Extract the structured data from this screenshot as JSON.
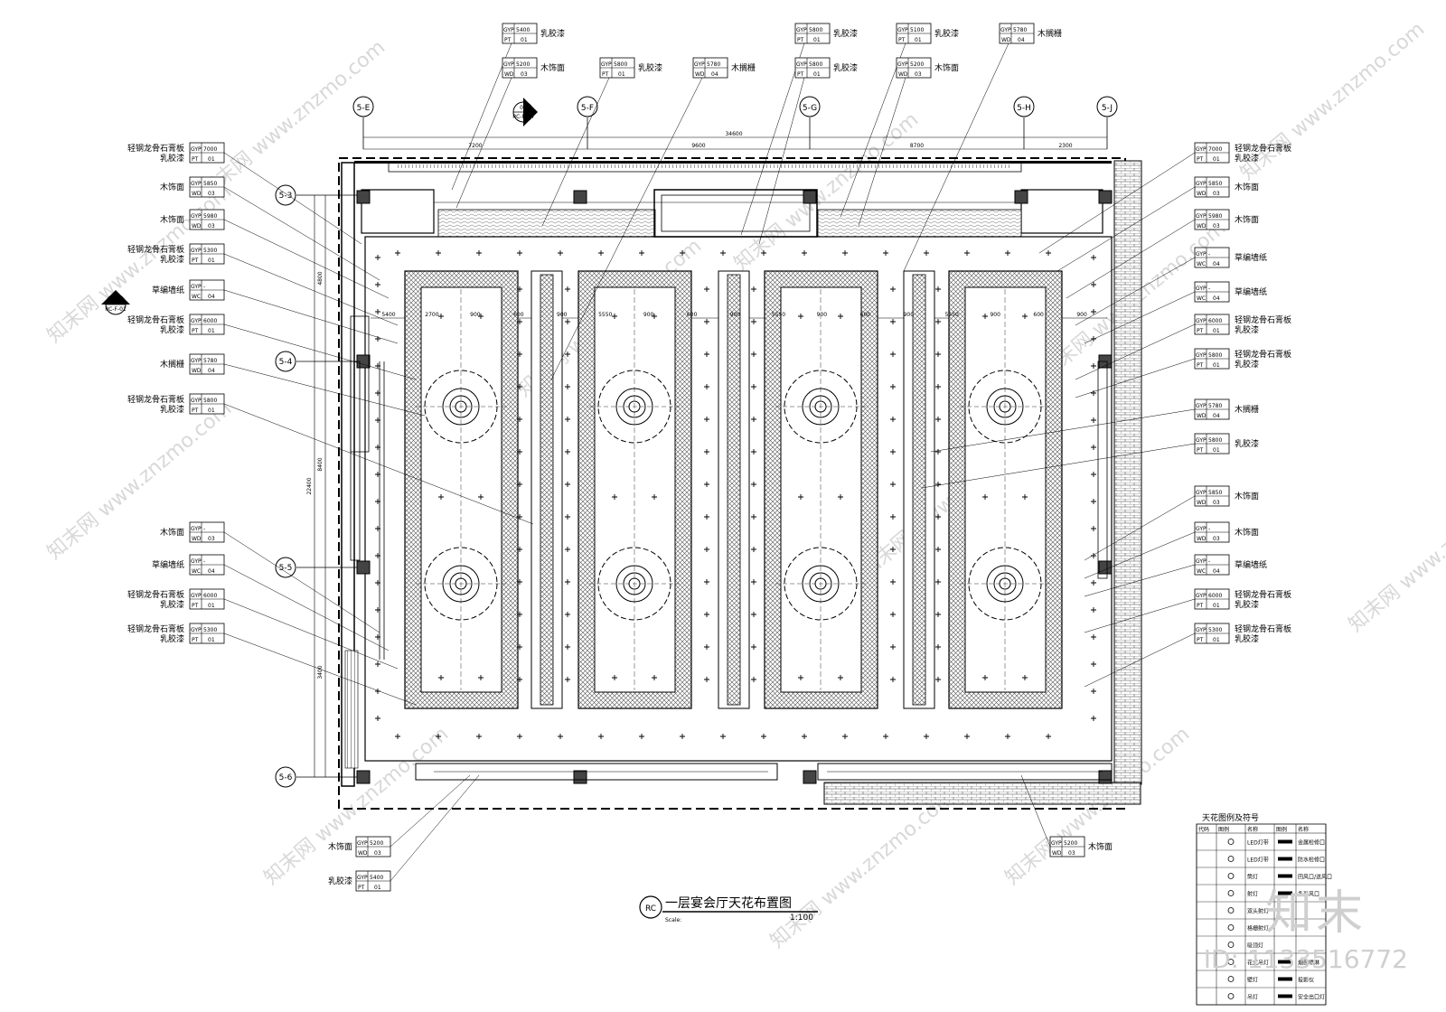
{
  "title": {
    "badge": "RC",
    "text": "一层宴会厅天花布置图",
    "scale_label": "Scale:",
    "scale_value": "1:100"
  },
  "grid_axes": {
    "vertical": [
      "5-E",
      "5-F",
      "5-G",
      "5-H",
      "5-J"
    ],
    "horizontal": [
      "5-3",
      "5-4",
      "5-5",
      "5-6"
    ]
  },
  "section_marks": [
    {
      "num": "04",
      "sheet": "RC-F-04"
    },
    {
      "num": "01",
      "sheet": "RC-F-01"
    }
  ],
  "dimensions": {
    "top_overall": "34600",
    "top_segments": [
      "7200",
      "9600",
      "8700",
      "2300"
    ],
    "inner_row": [
      "5400",
      "2700",
      "900",
      "600",
      "900",
      "5550",
      "900",
      "600",
      "900",
      "5550",
      "900",
      "600",
      "900",
      "5550",
      "900",
      "600",
      "900"
    ],
    "left_segments": [
      "4800",
      "8400",
      "3400"
    ],
    "left_overall": "22400"
  },
  "callouts_top": [
    {
      "code": "GYP 5400",
      "sub": "PT 01",
      "label": "乳胶漆"
    },
    {
      "code": "GYP 5200",
      "sub": "WD 03",
      "label": "木饰面"
    },
    {
      "code": "GYP 5800",
      "sub": "PT 01",
      "label": "乳胶漆"
    },
    {
      "code": "GYP 5780",
      "sub": "WD 04",
      "label": "木搁栅"
    },
    {
      "code": "GYP 5800",
      "sub": "PT 01",
      "label": "乳胶漆"
    },
    {
      "code": "GYP 5800",
      "sub": "PT 01",
      "label": "乳胶漆"
    },
    {
      "code": "GYP 5100",
      "sub": "PT 01",
      "label": "乳胶漆"
    },
    {
      "code": "GYP 5200",
      "sub": "WD 03",
      "label": "木饰面"
    },
    {
      "code": "GYP 5780",
      "sub": "WD 04",
      "label": "木搁栅"
    }
  ],
  "callouts_left": [
    {
      "label": "轻钢龙骨石膏板",
      "label2": "乳胶漆",
      "code": "GYP 7000",
      "sub": "PT 01"
    },
    {
      "label": "木饰面",
      "label2": "",
      "code": "GYP 5850",
      "sub": "WD 03"
    },
    {
      "label": "木饰面",
      "label2": "",
      "code": "GYP 5980",
      "sub": "WD 03"
    },
    {
      "label": "轻钢龙骨石膏板",
      "label2": "乳胶漆",
      "code": "GYP 5300",
      "sub": "PT 01"
    },
    {
      "label": "草编墙纸",
      "label2": "",
      "code": "GYP -",
      "sub": "WC 04"
    },
    {
      "label": "轻钢龙骨石膏板",
      "label2": "乳胶漆",
      "code": "GYP 6000",
      "sub": "PT 01"
    },
    {
      "label": "木搁栅",
      "label2": "",
      "code": "GYP 5780",
      "sub": "WD 04"
    },
    {
      "label": "轻钢龙骨石膏板",
      "label2": "乳胶漆",
      "code": "GYP 5800",
      "sub": "PT 01"
    },
    {
      "label": "木饰面",
      "label2": "",
      "code": "GYP -",
      "sub": "WD 03"
    },
    {
      "label": "草编墙纸",
      "label2": "",
      "code": "GYP -",
      "sub": "WC 04"
    },
    {
      "label": "轻钢龙骨石膏板",
      "label2": "乳胶漆",
      "code": "GYP 6000",
      "sub": "PT 01"
    },
    {
      "label": "轻钢龙骨石膏板",
      "label2": "乳胶漆",
      "code": "GYP 5300",
      "sub": "PT 01"
    }
  ],
  "callouts_right": [
    {
      "label": "轻钢龙骨石膏板",
      "label2": "乳胶漆",
      "code": "GYP 7000",
      "sub": "PT 01"
    },
    {
      "label": "木饰面",
      "label2": "",
      "code": "GYP 5850",
      "sub": "WD 03"
    },
    {
      "label": "木饰面",
      "label2": "",
      "code": "GYP 5980",
      "sub": "WD 03"
    },
    {
      "label": "草编墙纸",
      "label2": "",
      "code": "GYP -",
      "sub": "WC 04"
    },
    {
      "label": "草编墙纸",
      "label2": "",
      "code": "GYP -",
      "sub": "WC 04"
    },
    {
      "label": "轻钢龙骨石膏板",
      "label2": "乳胶漆",
      "code": "GYP 6000",
      "sub": "PT 01"
    },
    {
      "label": "轻钢龙骨石膏板",
      "label2": "乳胶漆",
      "code": "GYP 5800",
      "sub": "PT 01"
    },
    {
      "label": "木搁栅",
      "label2": "",
      "code": "GYP 5780",
      "sub": "WD 04"
    },
    {
      "label": "乳胶漆",
      "label2": "",
      "code": "GYP 5800",
      "sub": "PT 01"
    },
    {
      "label": "木饰面",
      "label2": "",
      "code": "GYP 5850",
      "sub": "WD 03"
    },
    {
      "label": "木饰面",
      "label2": "",
      "code": "GYP -",
      "sub": "WD 03"
    },
    {
      "label": "草编墙纸",
      "label2": "",
      "code": "GYP -",
      "sub": "WC 04"
    },
    {
      "label": "轻钢龙骨石膏板",
      "label2": "乳胶漆",
      "code": "GYP 6000",
      "sub": "PT 01"
    },
    {
      "label": "轻钢龙骨石膏板",
      "label2": "乳胶漆",
      "code": "GYP 5300",
      "sub": "PT 01"
    }
  ],
  "callouts_bottom": [
    {
      "label": "木饰面",
      "code": "GYP 5200",
      "sub": "WD 03"
    },
    {
      "label": "乳胶漆",
      "code": "GYP 5400",
      "sub": "PT 01"
    },
    {
      "label": "木饰面",
      "code": "GYP 5200",
      "sub": "WD 03"
    }
  ],
  "legend": {
    "title": "天花图例及符号",
    "headers": [
      "代码",
      "图例",
      "名称",
      "图例",
      "名称"
    ],
    "rows": [
      {
        "left": "LED灯带",
        "right": "金属检修口"
      },
      {
        "left": "LED灯带",
        "right": "防水检修口"
      },
      {
        "left": "筒灯",
        "right": "回风口/送风口"
      },
      {
        "left": "射灯",
        "right": "条形风口"
      },
      {
        "left": "双头射灯",
        "right": ""
      },
      {
        "left": "格栅射灯",
        "right": ""
      },
      {
        "left": "吸顶灯",
        "right": ""
      },
      {
        "left": "花式吊灯",
        "right": "烟感喷淋"
      },
      {
        "left": "壁灯",
        "right": "投影仪"
      },
      {
        "left": "吊灯",
        "right": "安全出口灯"
      }
    ]
  },
  "watermark": {
    "text": "知末网 www.znzmo.com",
    "brand": "知末",
    "id": "ID: 1133516772"
  }
}
